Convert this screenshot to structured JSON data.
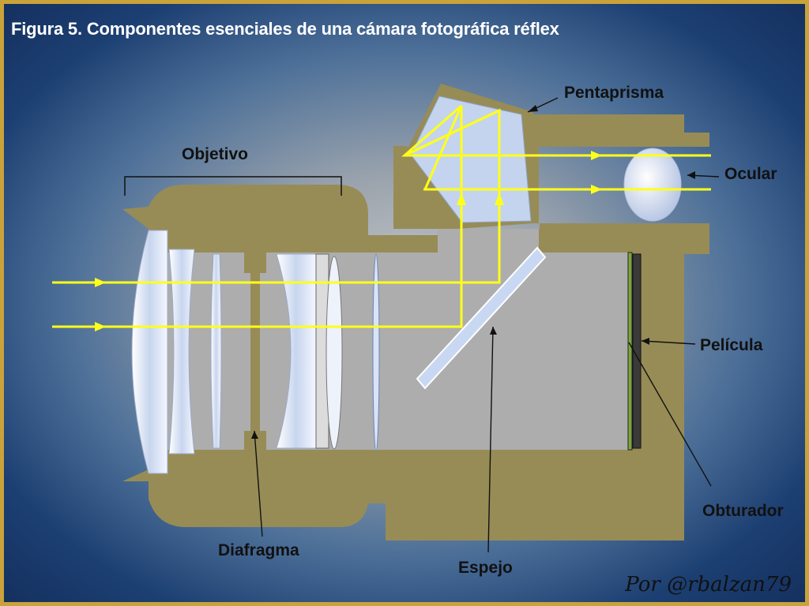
{
  "title": "Figura 5. Componentes esenciales de una cámara fotográfica réflex",
  "labels": {
    "objetivo": "Objetivo",
    "pentaprisma": "Pentaprisma",
    "ocular": "Ocular",
    "pelicula": "Película",
    "obturador": "Obturador",
    "diafragma": "Diafragma",
    "espejo": "Espejo"
  },
  "credit": "Por @rbalzan79",
  "colors": {
    "body": "#978c56",
    "interior": "#adadad",
    "light_ray": "#ffff1a",
    "prism": "#c4d4ee",
    "frame": "#c9a33a"
  }
}
